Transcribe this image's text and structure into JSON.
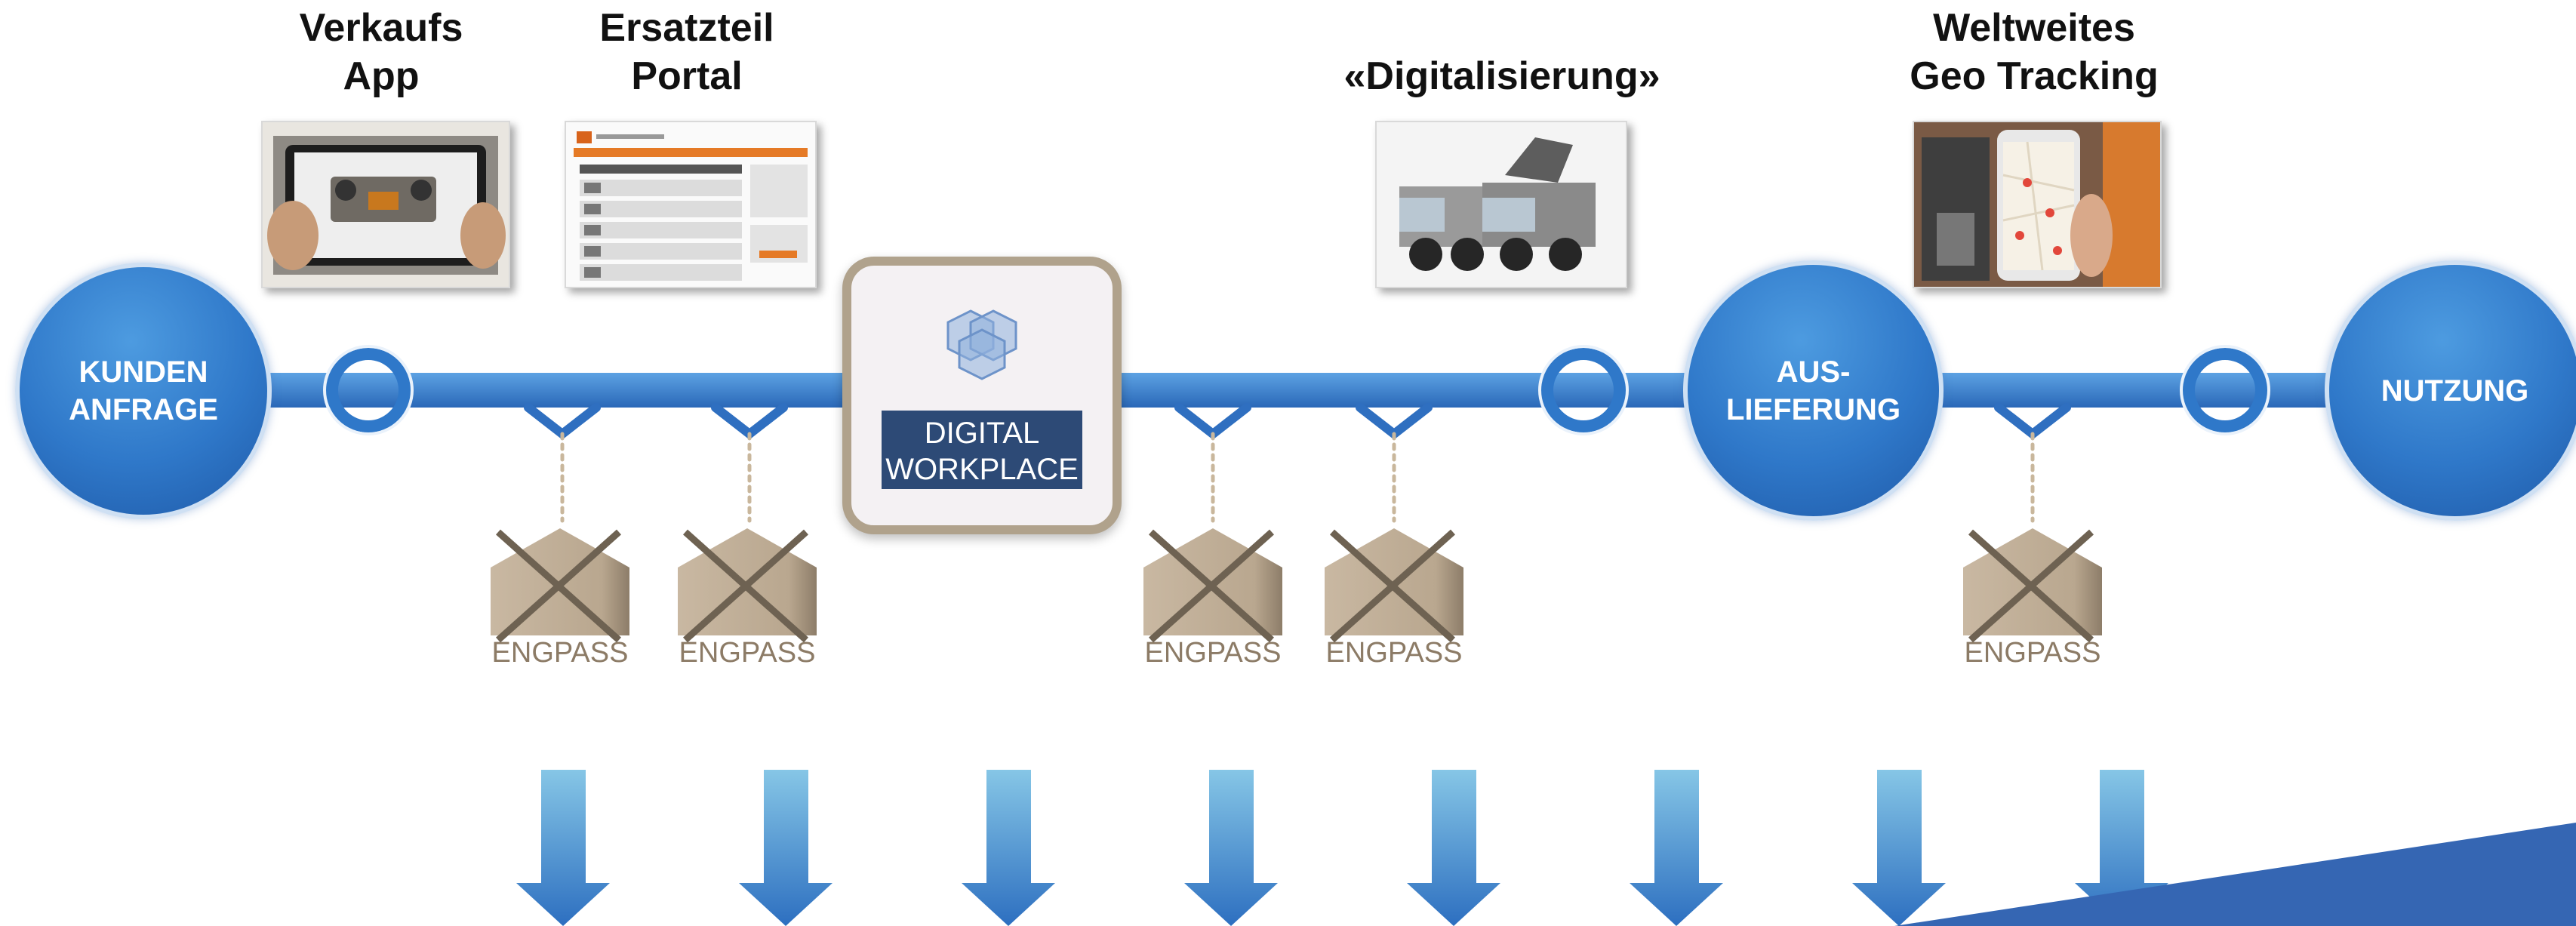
{
  "top_labels": {
    "verkaufs_app": "Verkaufs\nApp",
    "ersatzteil_portal": "Ersatzteil\nPortal",
    "digitalisierung": "«Digitalisierung»",
    "geo_tracking": "Weltweites\nGeo Tracking"
  },
  "stages": {
    "kunden_anfrage": "KUNDEN\nANFRAGE",
    "auslieferung": "AUS-\nLIEFERUNG",
    "nutzung": "NUTZUNG"
  },
  "digital_workplace": "DIGITAL\nWORKPLACE",
  "engpass": [
    "ENGPASS",
    "ENGPASS",
    "ENGPASS",
    "ENGPASS",
    "ENGPASS"
  ],
  "down_arrow_count": 8,
  "colors": {
    "timeline_blue": "#3a7fcf",
    "engpass_brown": "#8c7b66",
    "workplace_frame": "#b0a28c",
    "workplace_label_bg": "#2d4a76"
  }
}
